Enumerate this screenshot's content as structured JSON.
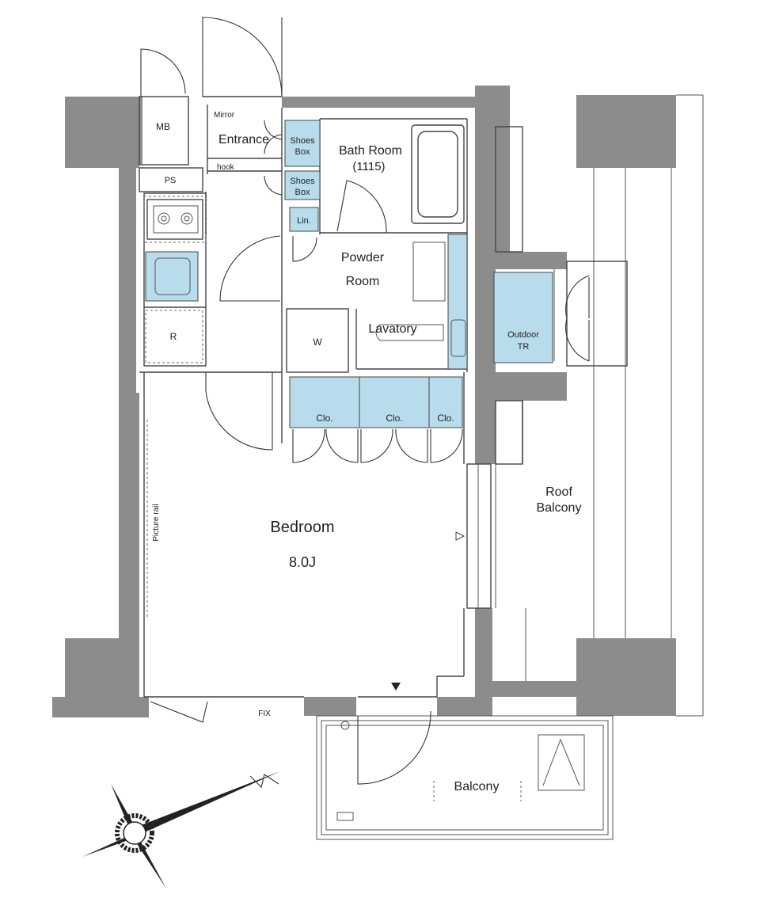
{
  "labels": {
    "mb": "MB",
    "ps": "PS",
    "entrance": "Entrance",
    "mirror": "Mirror",
    "hook": "hook",
    "shoes_box_1_l1": "Shoes",
    "shoes_box_1_l2": "Box",
    "shoes_box_2_l1": "Shoes",
    "shoes_box_2_l2": "Box",
    "bath_room": "Bath Room",
    "bath_size": "(1115)",
    "lin": "Lin.",
    "powder_l1": "Powder",
    "powder_l2": "Room",
    "lavatory": "Lavatory",
    "w": "W",
    "r": "R",
    "clo_1": "Clo.",
    "clo_2": "Clo.",
    "clo_3": "Clo.",
    "outdoor_l1": "Outdoor",
    "outdoor_l2": "TR",
    "roof_l1": "Roof",
    "roof_l2": "Balcony",
    "bedroom": "Bedroom",
    "bedroom_size": "8.0J",
    "picture_rail": "Picture rail",
    "fix": "FIX",
    "balcony": "Balcony"
  },
  "colors": {
    "wall": "#8c8c8c",
    "fixture": "#b9dcec",
    "line": "#444444"
  },
  "icons": {
    "compass": "compass-rose-icon",
    "north": "north-mark-icon"
  }
}
